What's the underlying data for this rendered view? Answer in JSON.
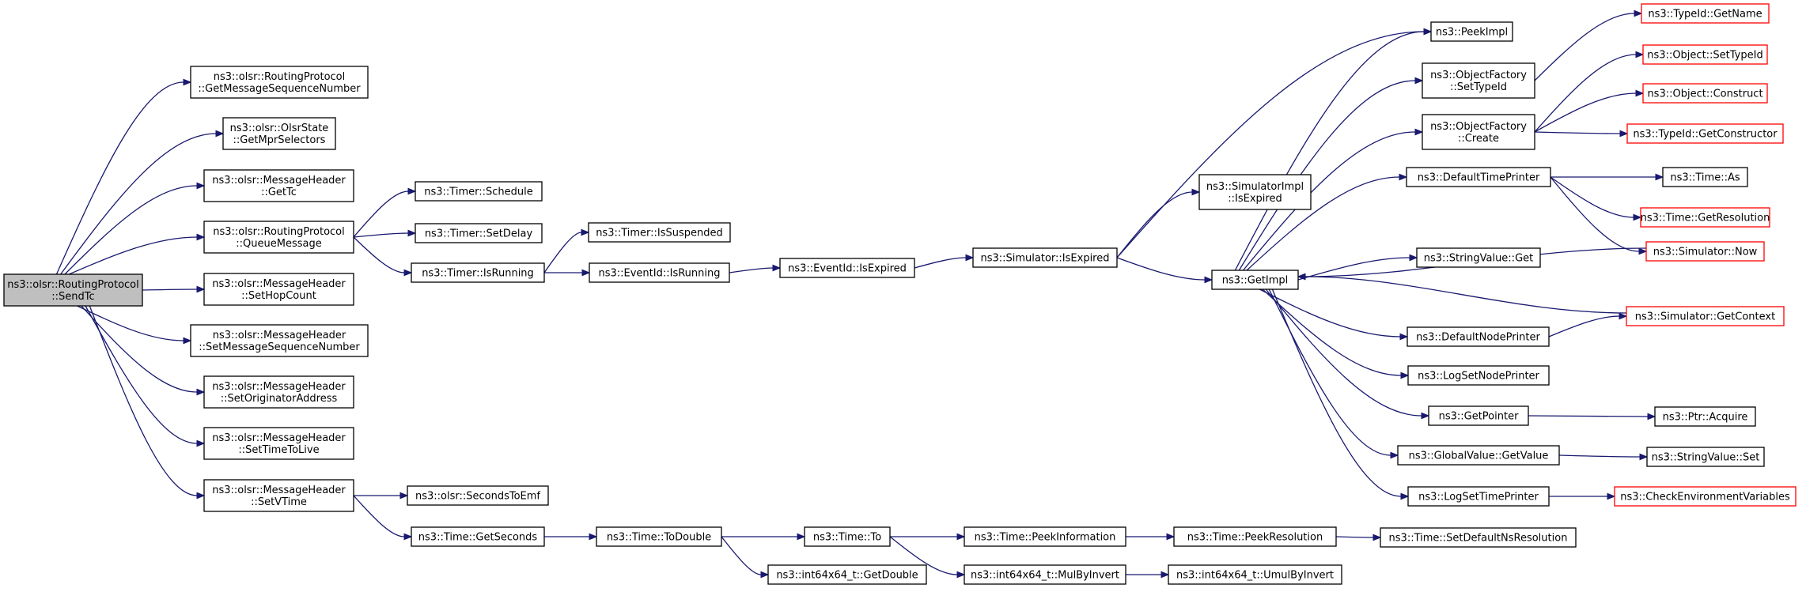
{
  "colors": {
    "edge": "#191970",
    "node_border": "#000000",
    "node_border_truncated": "#ff0000",
    "root_fill": "#bfbfbf",
    "node_fill": "#ffffff"
  },
  "nodes": [
    {
      "id": "sendtc",
      "lines": [
        "ns3::olsr::RoutingProtocol",
        "::SendTc"
      ],
      "root": true
    },
    {
      "id": "getmsgseq",
      "lines": [
        "ns3::olsr::RoutingProtocol",
        "::GetMessageSequenceNumber"
      ]
    },
    {
      "id": "getmprsel",
      "lines": [
        "ns3::olsr::OlsrState",
        "::GetMprSelectors"
      ]
    },
    {
      "id": "gettc",
      "lines": [
        "ns3::olsr::MessageHeader",
        "::GetTc"
      ]
    },
    {
      "id": "queuemsg",
      "lines": [
        "ns3::olsr::RoutingProtocol",
        "::QueueMessage"
      ]
    },
    {
      "id": "sethop",
      "lines": [
        "ns3::olsr::MessageHeader",
        "::SetHopCount"
      ]
    },
    {
      "id": "setmsgseq",
      "lines": [
        "ns3::olsr::MessageHeader",
        "::SetMessageSequenceNumber"
      ]
    },
    {
      "id": "setorig",
      "lines": [
        "ns3::olsr::MessageHeader",
        "::SetOriginatorAddress"
      ]
    },
    {
      "id": "setttl",
      "lines": [
        "ns3::olsr::MessageHeader",
        "::SetTimeToLive"
      ]
    },
    {
      "id": "setvtime",
      "lines": [
        "ns3::olsr::MessageHeader",
        "::SetVTime"
      ]
    },
    {
      "id": "schedule",
      "lines": [
        "ns3::Timer::Schedule"
      ]
    },
    {
      "id": "setdelay",
      "lines": [
        "ns3::Timer::SetDelay"
      ]
    },
    {
      "id": "isrunning",
      "lines": [
        "ns3::Timer::IsRunning"
      ]
    },
    {
      "id": "secondstoemf",
      "lines": [
        "ns3::olsr::SecondsToEmf"
      ]
    },
    {
      "id": "getseconds",
      "lines": [
        "ns3::Time::GetSeconds"
      ]
    },
    {
      "id": "issuspended",
      "lines": [
        "ns3::Timer::IsSuspended"
      ]
    },
    {
      "id": "evisrunning",
      "lines": [
        "ns3::EventId::IsRunning"
      ]
    },
    {
      "id": "todouble",
      "lines": [
        "ns3::Time::ToDouble"
      ]
    },
    {
      "id": "evisexpired",
      "lines": [
        "ns3::EventId::IsExpired"
      ]
    },
    {
      "id": "timeto",
      "lines": [
        "ns3::Time::To"
      ]
    },
    {
      "id": "getdouble",
      "lines": [
        "ns3::int64x64_t::GetDouble"
      ]
    },
    {
      "id": "simisexpired",
      "lines": [
        "ns3::Simulator::IsExpired"
      ]
    },
    {
      "id": "peekinfo",
      "lines": [
        "ns3::Time::PeekInformation"
      ]
    },
    {
      "id": "mulbyinvert",
      "lines": [
        "ns3::int64x64_t::MulByInvert"
      ]
    },
    {
      "id": "simimplexpired",
      "lines": [
        "ns3::SimulatorImpl",
        "::IsExpired"
      ]
    },
    {
      "id": "getimpl",
      "lines": [
        "ns3::GetImpl"
      ]
    },
    {
      "id": "peekres",
      "lines": [
        "ns3::Time::PeekResolution"
      ]
    },
    {
      "id": "umulbyinvert",
      "lines": [
        "ns3::int64x64_t::UmulByInvert"
      ]
    },
    {
      "id": "setdefaultns",
      "lines": [
        "ns3::Time::SetDefaultNsResolution"
      ]
    },
    {
      "id": "peekimpl",
      "lines": [
        "ns3::PeekImpl"
      ]
    },
    {
      "id": "ofsettypeid",
      "lines": [
        "ns3::ObjectFactory",
        "::SetTypeId"
      ]
    },
    {
      "id": "ofcreate",
      "lines": [
        "ns3::ObjectFactory",
        "::Create"
      ]
    },
    {
      "id": "deftimeprinter",
      "lines": [
        "ns3::DefaultTimePrinter"
      ]
    },
    {
      "id": "strvalget",
      "lines": [
        "ns3::StringValue::Get"
      ]
    },
    {
      "id": "defnodeprinter",
      "lines": [
        "ns3::DefaultNodePrinter"
      ]
    },
    {
      "id": "logsetnode",
      "lines": [
        "ns3::LogSetNodePrinter"
      ]
    },
    {
      "id": "getpointer",
      "lines": [
        "ns3::GetPointer"
      ]
    },
    {
      "id": "gvgetvalue",
      "lines": [
        "ns3::GlobalValue::GetValue"
      ]
    },
    {
      "id": "logsettime",
      "lines": [
        "ns3::LogSetTimePrinter"
      ]
    },
    {
      "id": "typeidgetname",
      "lines": [
        "ns3::TypeId::GetName"
      ],
      "truncated": true
    },
    {
      "id": "objsettypeid",
      "lines": [
        "ns3::Object::SetTypeId"
      ],
      "truncated": true
    },
    {
      "id": "objconstruct",
      "lines": [
        "ns3::Object::Construct"
      ],
      "truncated": true
    },
    {
      "id": "typeidgetctor",
      "lines": [
        "ns3::TypeId::GetConstructor"
      ],
      "truncated": true
    },
    {
      "id": "timeas",
      "lines": [
        "ns3::Time::As"
      ]
    },
    {
      "id": "timegetres",
      "lines": [
        "ns3::Time::GetResolution"
      ],
      "truncated": true
    },
    {
      "id": "simnow",
      "lines": [
        "ns3::Simulator::Now"
      ],
      "truncated": true
    },
    {
      "id": "simgetctx",
      "lines": [
        "ns3::Simulator::GetContext"
      ],
      "truncated": true
    },
    {
      "id": "ptracquire",
      "lines": [
        "ns3::Ptr::Acquire"
      ]
    },
    {
      "id": "strvalset",
      "lines": [
        "ns3::StringValue::Set"
      ]
    },
    {
      "id": "checkenv",
      "lines": [
        "ns3::CheckEnvironmentVariables"
      ],
      "truncated": true
    }
  ],
  "edges": [
    [
      "sendtc",
      "getmsgseq"
    ],
    [
      "sendtc",
      "getmprsel"
    ],
    [
      "sendtc",
      "gettc"
    ],
    [
      "sendtc",
      "queuemsg"
    ],
    [
      "sendtc",
      "sethop"
    ],
    [
      "sendtc",
      "setmsgseq"
    ],
    [
      "sendtc",
      "setorig"
    ],
    [
      "sendtc",
      "setttl"
    ],
    [
      "sendtc",
      "setvtime"
    ],
    [
      "queuemsg",
      "schedule"
    ],
    [
      "queuemsg",
      "setdelay"
    ],
    [
      "queuemsg",
      "isrunning"
    ],
    [
      "setvtime",
      "secondstoemf"
    ],
    [
      "setvtime",
      "getseconds"
    ],
    [
      "isrunning",
      "issuspended"
    ],
    [
      "isrunning",
      "evisrunning"
    ],
    [
      "getseconds",
      "todouble"
    ],
    [
      "evisrunning",
      "evisexpired"
    ],
    [
      "todouble",
      "timeto"
    ],
    [
      "todouble",
      "getdouble"
    ],
    [
      "evisexpired",
      "simisexpired"
    ],
    [
      "timeto",
      "peekinfo"
    ],
    [
      "timeto",
      "mulbyinvert"
    ],
    [
      "simisexpired",
      "simimplexpired"
    ],
    [
      "simisexpired",
      "getimpl"
    ],
    [
      "simisexpired",
      "peekimpl"
    ],
    [
      "peekinfo",
      "peekres"
    ],
    [
      "mulbyinvert",
      "umulbyinvert"
    ],
    [
      "peekres",
      "setdefaultns"
    ],
    [
      "getimpl",
      "peekimpl"
    ],
    [
      "getimpl",
      "ofsettypeid"
    ],
    [
      "getimpl",
      "ofcreate"
    ],
    [
      "getimpl",
      "deftimeprinter"
    ],
    [
      "getimpl",
      "strvalget"
    ],
    [
      "getimpl",
      "defnodeprinter"
    ],
    [
      "getimpl",
      "logsetnode"
    ],
    [
      "getimpl",
      "getpointer"
    ],
    [
      "getimpl",
      "gvgetvalue"
    ],
    [
      "getimpl",
      "logsettime"
    ],
    [
      "ofsettypeid",
      "typeidgetname"
    ],
    [
      "ofcreate",
      "objsettypeid"
    ],
    [
      "ofcreate",
      "objconstruct"
    ],
    [
      "ofcreate",
      "typeidgetctor"
    ],
    [
      "deftimeprinter",
      "timeas"
    ],
    [
      "deftimeprinter",
      "timegetres"
    ],
    [
      "deftimeprinter",
      "simnow"
    ],
    [
      "simnow",
      "getimpl"
    ],
    [
      "defnodeprinter",
      "simgetctx"
    ],
    [
      "simgetctx",
      "getimpl"
    ],
    [
      "getpointer",
      "ptracquire"
    ],
    [
      "gvgetvalue",
      "strvalset"
    ],
    [
      "logsettime",
      "checkenv"
    ]
  ]
}
